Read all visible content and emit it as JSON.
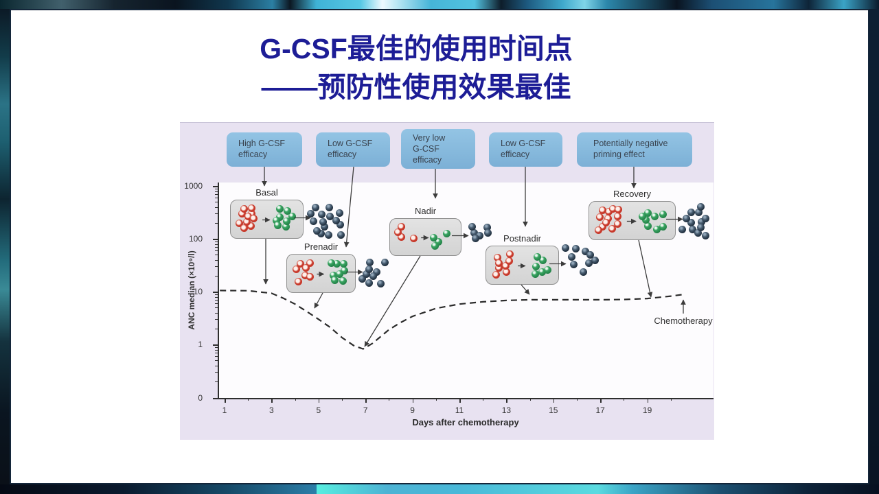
{
  "slide": {
    "title_line1": "G-CSF最佳的使用时间点",
    "title_line2": "——预防性使用效果最佳",
    "title_color": "#1d1d96"
  },
  "figure": {
    "efficacy_boxes": [
      {
        "id": "high",
        "label": "High G-CSF\nefficacy"
      },
      {
        "id": "low-1",
        "label": "Low G-CSF\nefficacy"
      },
      {
        "id": "verylow",
        "label": "Very low\nG-CSF\nefficacy"
      },
      {
        "id": "low-2",
        "label": "Low G-CSF\nefficacy"
      },
      {
        "id": "priming",
        "label": "Potentially negative\npriming effect"
      }
    ],
    "stages": [
      {
        "id": "basal",
        "label": "Basal",
        "red_cells": 10,
        "green_cells": 8,
        "released_cells": 15
      },
      {
        "id": "prenadir",
        "label": "Prenadir",
        "red_cells": 7,
        "green_cells": 8,
        "released_cells": 9
      },
      {
        "id": "nadir",
        "label": "Nadir",
        "red_cells": 4,
        "green_cells": 4,
        "released_cells": 6
      },
      {
        "id": "postnadir",
        "label": "Postnadir",
        "red_cells": 8,
        "green_cells": 6,
        "released_cells": 9
      },
      {
        "id": "recovery",
        "label": "Recovery",
        "red_cells": 12,
        "green_cells": 8,
        "released_cells": 12
      }
    ],
    "curve_label": "Chemotherapy",
    "colors": {
      "panel_bg": "#e8e2f1",
      "plot_bg": "#fdfcfe",
      "efficacy_box": "#86b9dd",
      "stage_box": "#dcdcdc",
      "red_cell": "#c7382a",
      "green_cell": "#2e9150",
      "dark_cell": "#3c4f63",
      "curve": "#2b2b2b"
    }
  },
  "chart_data": {
    "type": "line",
    "title": "",
    "xlabel": "Days after chemotherapy",
    "ylabel": "ANC median (×10⁹/l)",
    "x_ticks": [
      1,
      3,
      5,
      7,
      9,
      11,
      13,
      15,
      17,
      19
    ],
    "x_minor_ticks": [
      2,
      4,
      6,
      8,
      10,
      12,
      14,
      16,
      18,
      20
    ],
    "y_tick_labels": [
      "1000",
      "100",
      "10",
      "1",
      "0"
    ],
    "y_scale": "log",
    "x_range": [
      0.8,
      21
    ],
    "grid": false,
    "legend": "none",
    "series": [
      {
        "name": "Chemotherapy",
        "style": "dashed",
        "x": [
          0.8,
          2,
          3,
          3.5,
          4,
          4.5,
          5,
          5.5,
          6,
          6.5,
          6.9,
          7.3,
          8,
          8.5,
          9,
          10,
          11,
          12,
          13,
          14,
          15,
          16,
          17,
          18,
          19,
          20,
          20.5
        ],
        "y": [
          10.5,
          10.4,
          9.3,
          7.5,
          5.8,
          4.2,
          3.0,
          2.1,
          1.35,
          0.95,
          0.82,
          1.05,
          1.9,
          2.6,
          3.4,
          4.8,
          5.8,
          6.4,
          6.8,
          7.0,
          7.0,
          7.0,
          7.0,
          7.1,
          7.4,
          8.2,
          8.8
        ]
      }
    ],
    "annotations": [
      "Basal",
      "Prenadir",
      "Nadir",
      "Postnadir",
      "Recovery",
      "Chemotherapy"
    ]
  }
}
